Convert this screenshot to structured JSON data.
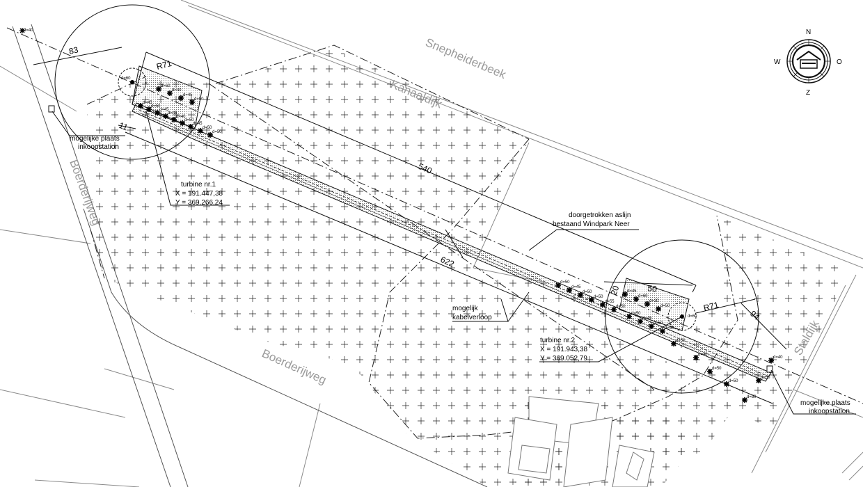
{
  "roads": {
    "snepheiderbeek": "Snepheiderbeek",
    "kanaaldijk": "Kanaaldijk",
    "boerderijweg_west": "Boerderijweg",
    "boerderijweg_south": "Boerderijweg",
    "staldijk": "Staldijk"
  },
  "compass": {
    "north": "N",
    "south": "Z",
    "east": "O",
    "west": "W"
  },
  "turbine1": {
    "title": "turbine nr.1",
    "x": "X = 191.447,38",
    "y": "Y = 369.266,24",
    "rotor_label": "d=60"
  },
  "turbine2": {
    "title": "turbine nr.2",
    "x": "X = 191.943,38",
    "y": "Y = 369.052,79",
    "rotor_label": "d=60"
  },
  "station1": {
    "line1": "mogelijke plaats",
    "line2": "inkoopstation"
  },
  "station2": {
    "line1": "mogelijke plaats",
    "line2": "inkoopstation"
  },
  "axis_note": {
    "line1": "doorgetrokken aslijn",
    "line2": "bestaand Windpark Neer"
  },
  "cable_note": {
    "line1": "mogelijk",
    "line2": "kabelverloop"
  },
  "dimensions": {
    "d83": "83",
    "r71_left": "R71",
    "d11": "11",
    "d540": "540",
    "d622": "622",
    "d50": "50",
    "d20": "20",
    "r71_right": "R71",
    "d94": "94"
  },
  "tree_labels": {
    "corner": "d=40",
    "t1": [
      "d=60",
      "d=40",
      "d=45",
      "d=50",
      "d=45",
      "d=50",
      "d=45",
      "d=45",
      "d=40",
      "d=50",
      "d=45",
      "d=50",
      "d=50"
    ],
    "t2": [
      "d=50",
      "d=45",
      "d=50",
      "d=50",
      "d=55",
      "d=50",
      "d=45",
      "d=60",
      "d=30",
      "d=50",
      "d=50",
      "d=45",
      "d=50",
      "d=50",
      "d=50",
      "d=40",
      "d=50",
      "d=50",
      "d=50",
      "d=50",
      "d=40"
    ]
  }
}
